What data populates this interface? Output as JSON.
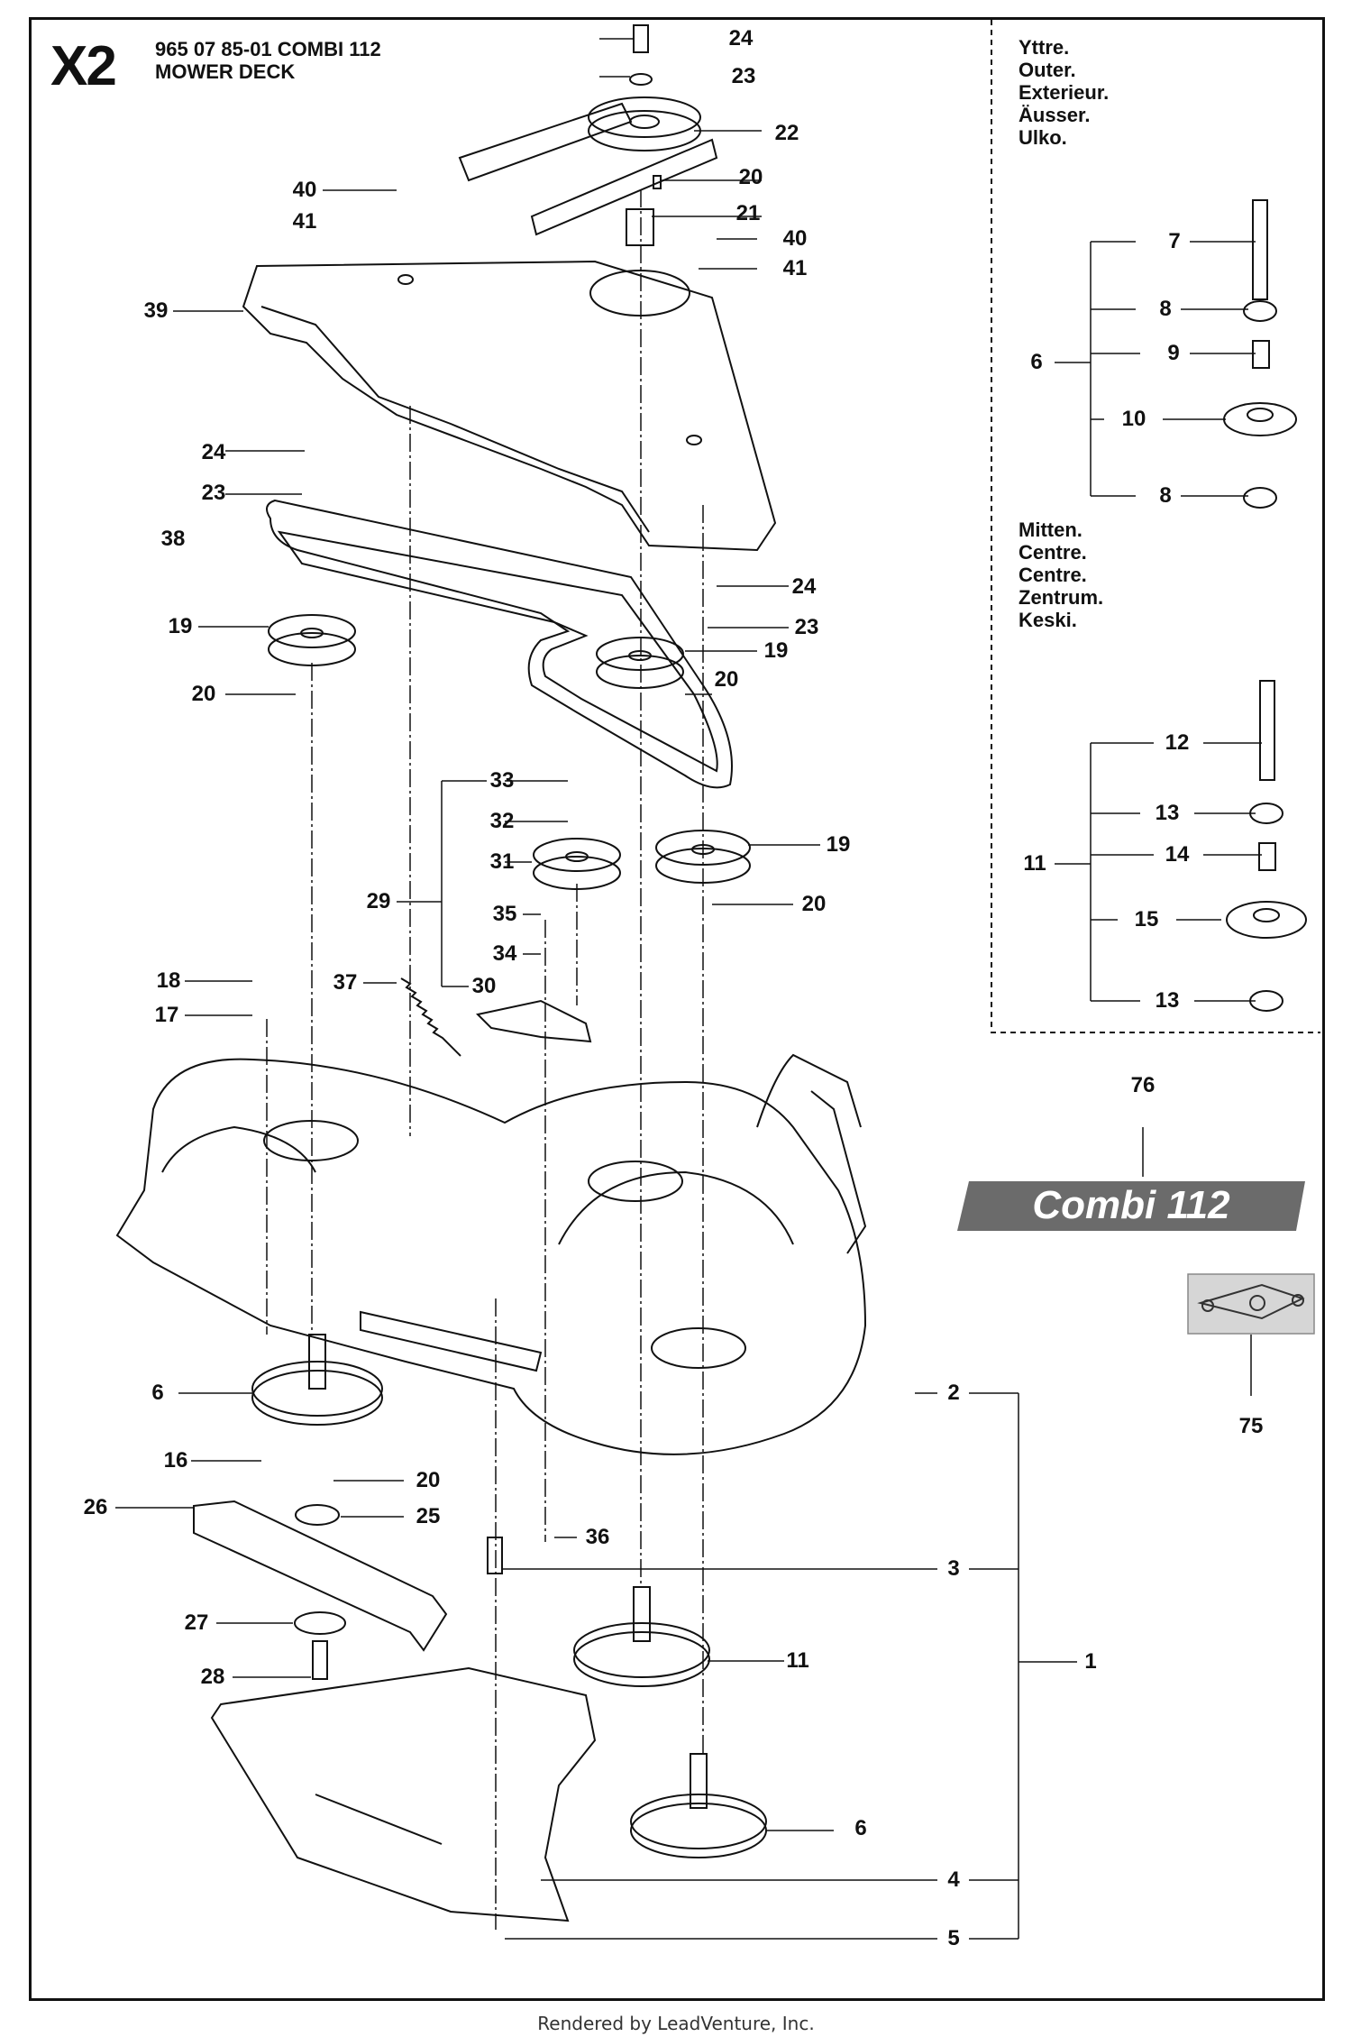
{
  "page_code": "X2",
  "header": {
    "part_line": "965 07 85-01 COMBI 112",
    "section": "MOWER DECK"
  },
  "legend_outer": [
    "Yttre.",
    "Outer.",
    "Exterieur.",
    "Äusser.",
    "Ulko."
  ],
  "legend_centre": [
    "Mitten.",
    "Centre.",
    "Centre.",
    "Zentrum.",
    "Keski."
  ],
  "badge_text": "Combi 112",
  "callouts": {
    "c24a": "24",
    "c23a": "23",
    "c22": "22",
    "c20a": "20",
    "c21": "21",
    "c40a": "40",
    "c41a": "41",
    "c40b": "40",
    "c41b": "41",
    "c39": "39",
    "c24b": "24",
    "c23b": "23",
    "c38": "38",
    "c19a": "19",
    "c20b": "20",
    "c24c": "24",
    "c23c": "23",
    "c19b": "19",
    "c20c": "20",
    "c33": "33",
    "c32": "32",
    "c31": "31",
    "c29": "29",
    "c35": "35",
    "c34": "34",
    "c37": "37",
    "c30": "30",
    "c19c": "19",
    "c20d": "20",
    "c18": "18",
    "c17": "17",
    "c6a": "6",
    "c16": "16",
    "c20e": "20",
    "c26": "26",
    "c25": "25",
    "c27": "27",
    "c28": "28",
    "c36": "36",
    "c2": "2",
    "c3": "3",
    "c1": "1",
    "c11a": "11",
    "c6b": "6",
    "c4": "4",
    "c5": "5",
    "c7": "7",
    "c8a": "8",
    "c6c": "6",
    "c9": "9",
    "c10": "10",
    "c8b": "8",
    "c12": "12",
    "c13a": "13",
    "c11b": "11",
    "c14": "14",
    "c15": "15",
    "c13b": "13",
    "c76": "76",
    "c75": "75"
  },
  "footer": "Rendered by LeadVenture, Inc."
}
